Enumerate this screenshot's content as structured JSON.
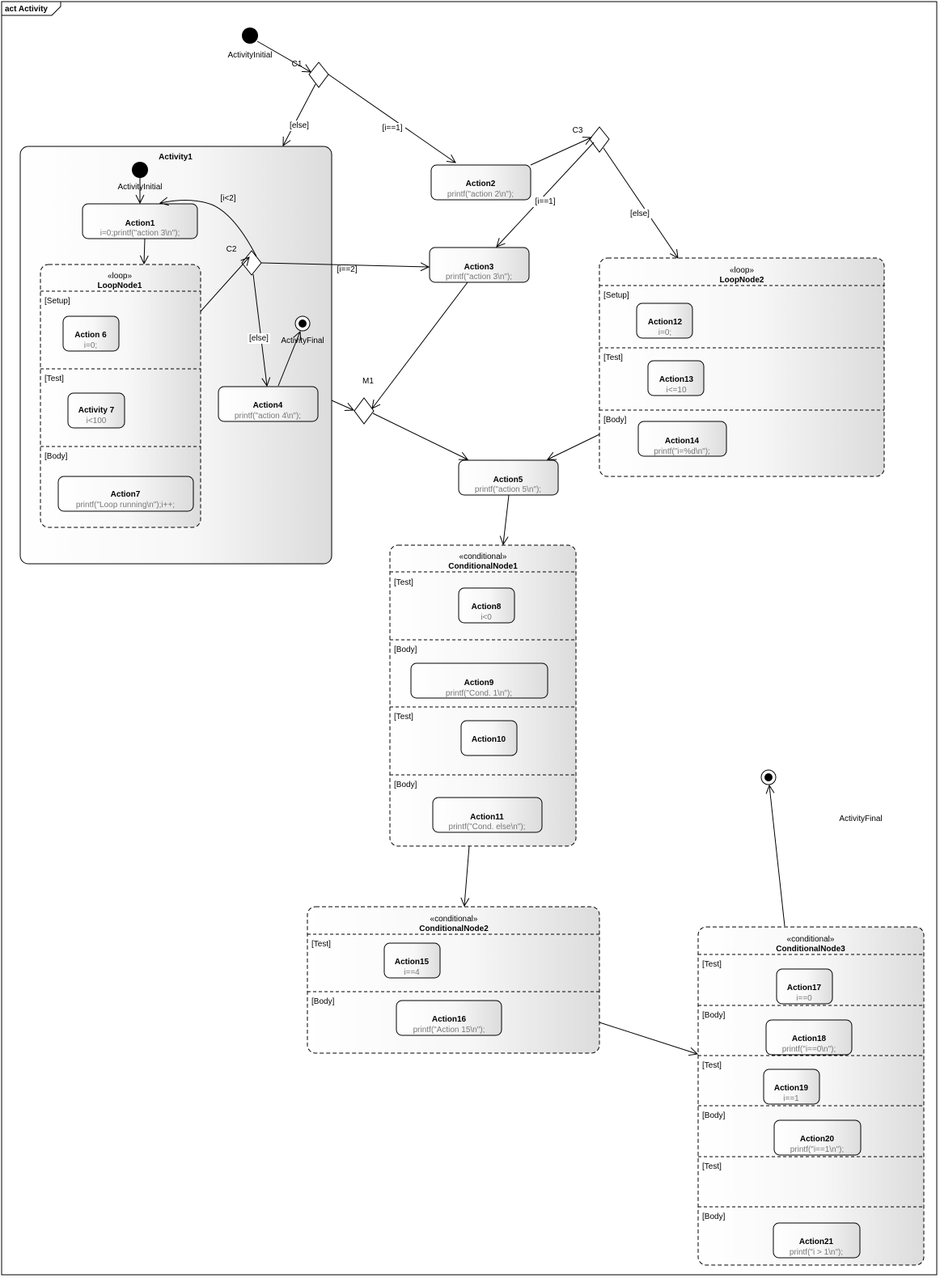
{
  "frame": {
    "title": "act Activity"
  },
  "initial_main": {
    "label": "ActivityInitial"
  },
  "decision_c1": {
    "label": "C1"
  },
  "decision_c2": {
    "label": "C2"
  },
  "decision_c3": {
    "label": "C3"
  },
  "merge_m1": {
    "label": "M1"
  },
  "activity1": {
    "name": "Activity1",
    "initial_label": "ActivityInitial",
    "final_label": "ActivityFinal",
    "action1": {
      "name": "Action1",
      "body": "i=0;printf(\"action 3\\n\");"
    },
    "action4": {
      "name": "Action4",
      "body": "printf(\"action 4\\n\");"
    },
    "loop1": {
      "stereotype": "«loop»",
      "name": "LoopNode1",
      "sections": [
        "[Setup]",
        "[Test]",
        "[Body]"
      ],
      "action6": {
        "name": "Action 6",
        "body": "i=0;"
      },
      "activity7": {
        "name": "Activity 7",
        "body": "i<100"
      },
      "action7": {
        "name": "Action7",
        "body": "printf(\"Loop running\\n\");i++;"
      }
    }
  },
  "action2": {
    "name": "Action2",
    "body": "printf(\"action 2\\n\");"
  },
  "action3": {
    "name": "Action3",
    "body": "printf(\"action 3\\n\");"
  },
  "action5": {
    "name": "Action5",
    "body": "printf(\"action 5\\n\");"
  },
  "loop2": {
    "stereotype": "«loop»",
    "name": "LoopNode2",
    "sections": [
      "[Setup]",
      "[Test]",
      "[Body]"
    ],
    "action12": {
      "name": "Action12",
      "body": "i=0;"
    },
    "action13": {
      "name": "Action13",
      "body": "i<=10"
    },
    "action14": {
      "name": "Action14",
      "body": "printf(\"i=%d\\n\");"
    }
  },
  "cond1": {
    "stereotype": "«conditional»",
    "name": "ConditionalNode1",
    "sections": [
      "[Test]",
      "[Body]",
      "[Test]",
      "[Body]"
    ],
    "action8": {
      "name": "Action8",
      "body": "i<0"
    },
    "action9": {
      "name": "Action9",
      "body": "printf(\"Cond. 1\\n\");"
    },
    "action10": {
      "name": "Action10",
      "body": ""
    },
    "action11": {
      "name": "Action11",
      "body": "printf(\"Cond. else\\n\");"
    }
  },
  "cond2": {
    "stereotype": "«conditional»",
    "name": "ConditionalNode2",
    "sections": [
      "[Test]",
      "[Body]"
    ],
    "action15": {
      "name": "Action15",
      "body": "i==4"
    },
    "action16": {
      "name": "Action16",
      "body": "printf(\"Action 15\\n\");"
    }
  },
  "cond3": {
    "stereotype": "«conditional»",
    "name": "ConditionalNode3",
    "sections": [
      "[Test]",
      "[Body]",
      "[Test]",
      "[Body]",
      "[Test]",
      "[Body]"
    ],
    "action17": {
      "name": "Action17",
      "body": "i==0"
    },
    "action18": {
      "name": "Action18",
      "body": "printf(\"i==0\\n\");"
    },
    "action19": {
      "name": "Action19",
      "body": "i==1"
    },
    "action20": {
      "name": "Action20",
      "body": "printf(\"i==1\\n\");"
    },
    "action21": {
      "name": "Action21",
      "body": "printf(\"i > 1\\n\");"
    }
  },
  "final_main": {
    "label": "ActivityFinal"
  },
  "guards": {
    "else_c1": "[else]",
    "i_eq_1_c1": "[i==1]",
    "i_lt_2": "[i<2]",
    "i_eq_2": "[i==2]",
    "else_c2": "[else]",
    "i_eq_1_c3": "[i==1]",
    "else_c3": "[else]"
  }
}
